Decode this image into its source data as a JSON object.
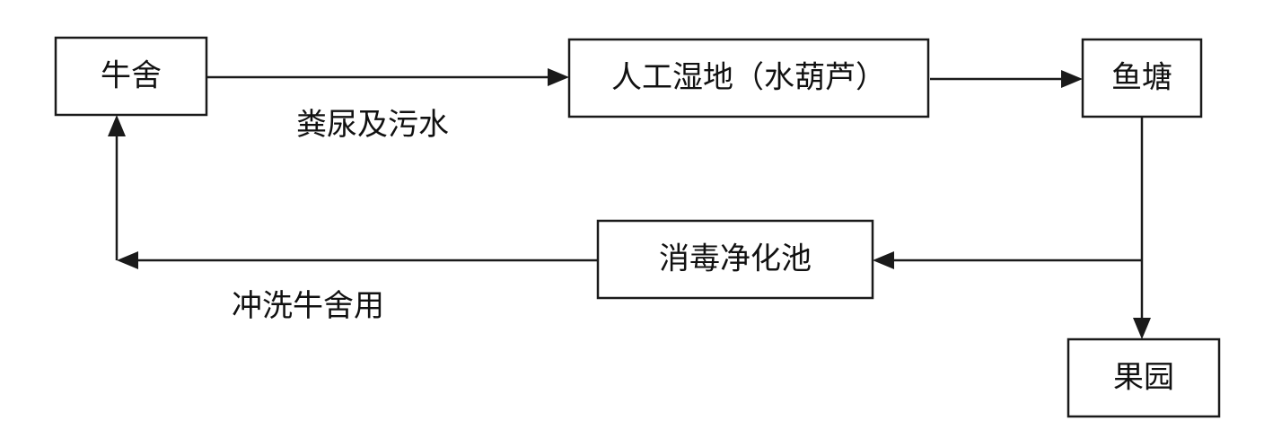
{
  "nodes": {
    "cowshed": "牛舍",
    "wetland": "人工湿地（水葫芦）",
    "fishpond": "鱼塘",
    "disinfection_pool": "消毒净化池",
    "orchard": "果园"
  },
  "edges": {
    "cowshed_to_wetland": "粪尿及污水",
    "pool_to_cowshed": "冲洗牛舍用"
  }
}
